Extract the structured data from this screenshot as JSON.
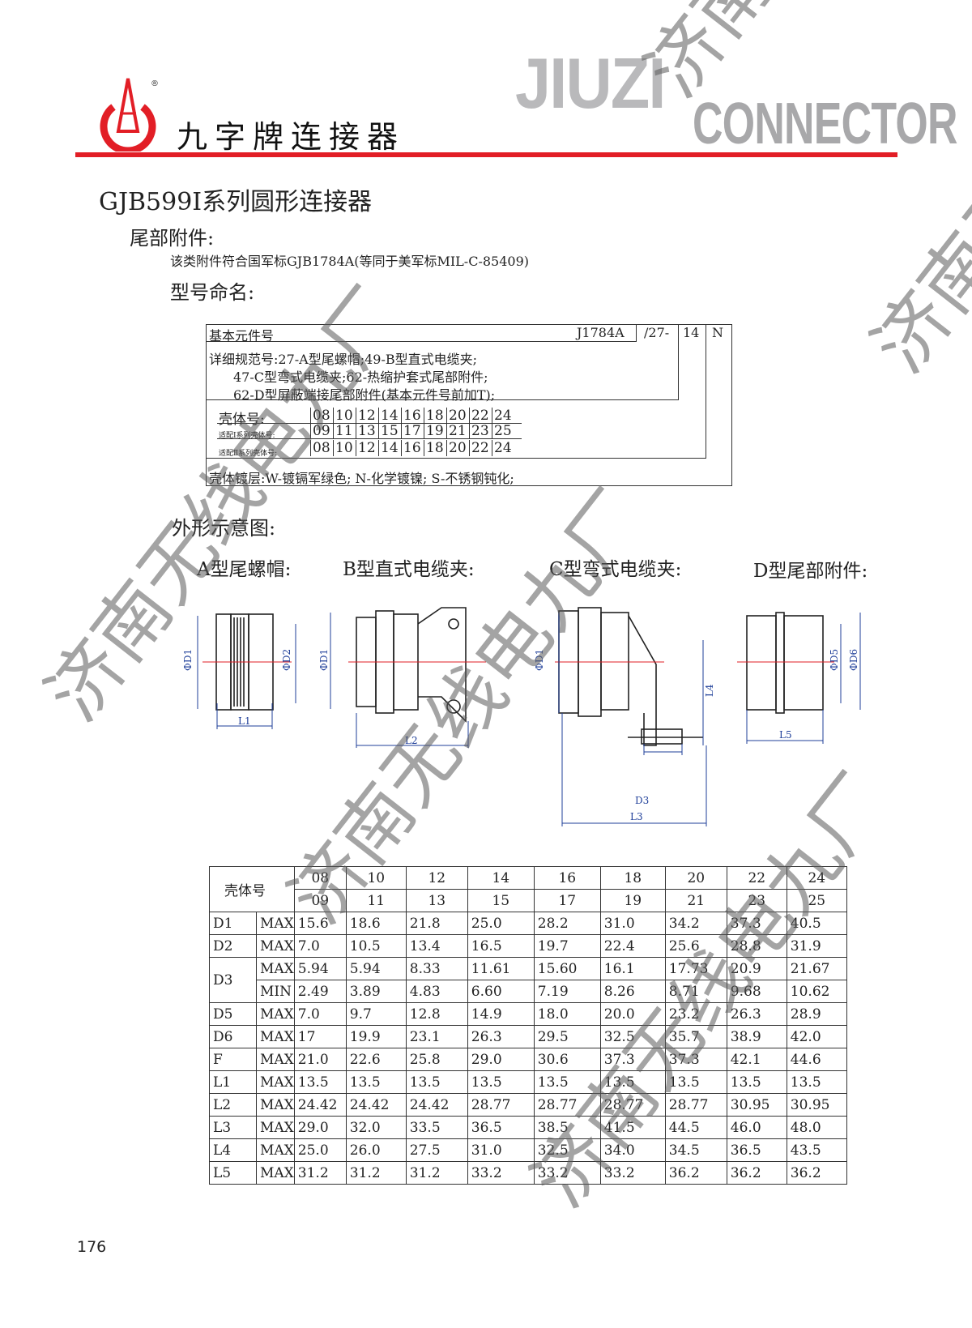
{
  "header": {
    "brand_cn": "九字牌连接器",
    "brand_en_1": "JIUZI",
    "brand_en_2": "CONNECTOR",
    "registered": "®",
    "logo_colors": {
      "red": "#e21e26",
      "gray": "#b9b9bb"
    }
  },
  "title": "GJB599Ⅰ系列圆形连接器",
  "section": "尾部附件:",
  "standard_note": "该类附件符合国军标GJB1784A(等同于美军标MIL-C-85409)",
  "naming_title": "型号命名:",
  "naming": {
    "basic_label": "基本元件号",
    "basic_code": "J1784A",
    "spec_code": "/27-",
    "shell_code": "14",
    "finish_code": "N",
    "spec_lines": [
      "详细规范号:27-A型尾螺帽;49-B型直式电缆夹;",
      "47-C型弯式电缆夹;62-热缩护套式尾部附件;",
      "62-D型屏蔽端接尾部附件(基本元件号前加T);"
    ],
    "shell_label": "壳体号:",
    "shell_sizes": [
      "08",
      "10",
      "12",
      "14",
      "16",
      "18",
      "20",
      "22",
      "24"
    ],
    "series1_label": "适配Ⅰ系列壳体号:",
    "series1_sizes": [
      "09",
      "11",
      "13",
      "15",
      "17",
      "19",
      "21",
      "23",
      "25"
    ],
    "series2_label": "适配Ⅱ系列壳体号:",
    "series2_sizes": [
      "08",
      "10",
      "12",
      "14",
      "16",
      "18",
      "20",
      "22",
      "24"
    ],
    "finish_line": "壳体镀层:W-镀镉军绿色;  N-化学镀镍;   S-不锈钢钝化;"
  },
  "outline_title": "外形示意图:",
  "drawings": {
    "a": "A型尾螺帽:",
    "b": "B型直式电缆夹:",
    "c": "C型弯式电缆夹:",
    "d": "D型尾部附件:",
    "labels": {
      "d1": "ΦD1",
      "d2": "ΦD2",
      "d5": "ΦD5",
      "d6": "ΦD6",
      "l1": "L1",
      "l2": "L2",
      "l3": "L3",
      "l4": "L4",
      "l5": "L5",
      "d3": "D3"
    }
  },
  "table": {
    "header_label": "壳体号",
    "row1": [
      "08",
      "10",
      "12",
      "14",
      "16",
      "18",
      "20",
      "22",
      "24"
    ],
    "row2": [
      "09",
      "11",
      "13",
      "15",
      "17",
      "19",
      "21",
      "23",
      "25"
    ],
    "rows": [
      {
        "dim": "D1",
        "limit": "MAX",
        "v": [
          "15.6",
          "18.6",
          "21.8",
          "25.0",
          "28.2",
          "31.0",
          "34.2",
          "37.3",
          "40.5"
        ]
      },
      {
        "dim": "D2",
        "limit": "MAX",
        "v": [
          "7.0",
          "10.5",
          "13.4",
          "16.5",
          "19.7",
          "22.4",
          "25.6",
          "28.8",
          "31.9"
        ]
      },
      {
        "dim": "D3",
        "limit": "MAX",
        "v": [
          "5.94",
          "5.94",
          "8.33",
          "11.61",
          "15.60",
          "16.1",
          "17.73",
          "20.9",
          "21.67"
        ]
      },
      {
        "dim": "",
        "limit": "MIN",
        "v": [
          "2.49",
          "3.89",
          "4.83",
          "6.60",
          "7.19",
          "8.26",
          "8.71",
          "9.68",
          "10.62"
        ]
      },
      {
        "dim": "D5",
        "limit": "MAX",
        "v": [
          "7.0",
          "9.7",
          "12.8",
          "14.9",
          "18.0",
          "20.0",
          "23.2",
          "26.3",
          "28.9"
        ]
      },
      {
        "dim": "D6",
        "limit": "MAX",
        "v": [
          "17",
          "19.9",
          "23.1",
          "26.3",
          "29.5",
          "32.5",
          "35.7",
          "38.9",
          "42.0"
        ]
      },
      {
        "dim": "F",
        "limit": "MAX",
        "v": [
          "21.0",
          "22.6",
          "25.8",
          "29.0",
          "30.6",
          "37.3",
          "37.3",
          "42.1",
          "44.6"
        ]
      },
      {
        "dim": "L1",
        "limit": "MAX",
        "v": [
          "13.5",
          "13.5",
          "13.5",
          "13.5",
          "13.5",
          "13.5",
          "13.5",
          "13.5",
          "13.5"
        ]
      },
      {
        "dim": "L2",
        "limit": "MAX",
        "v": [
          "24.42",
          "24.42",
          "24.42",
          "28.77",
          "28.77",
          "28.77",
          "28.77",
          "30.95",
          "30.95"
        ]
      },
      {
        "dim": "L3",
        "limit": "MAX",
        "v": [
          "29.0",
          "32.0",
          "33.5",
          "36.5",
          "38.5",
          "41.5",
          "44.5",
          "46.0",
          "48.0"
        ]
      },
      {
        "dim": "L4",
        "limit": "MAX",
        "v": [
          "25.0",
          "26.0",
          "27.5",
          "31.0",
          "32.5",
          "34.0",
          "34.5",
          "36.5",
          "43.5"
        ]
      },
      {
        "dim": "L5",
        "limit": "MAX",
        "v": [
          "31.2",
          "31.2",
          "31.2",
          "33.2",
          "33.2",
          "33.2",
          "36.2",
          "36.2",
          "36.2"
        ]
      }
    ]
  },
  "page_number": "176",
  "watermark": "济南无线电九厂"
}
